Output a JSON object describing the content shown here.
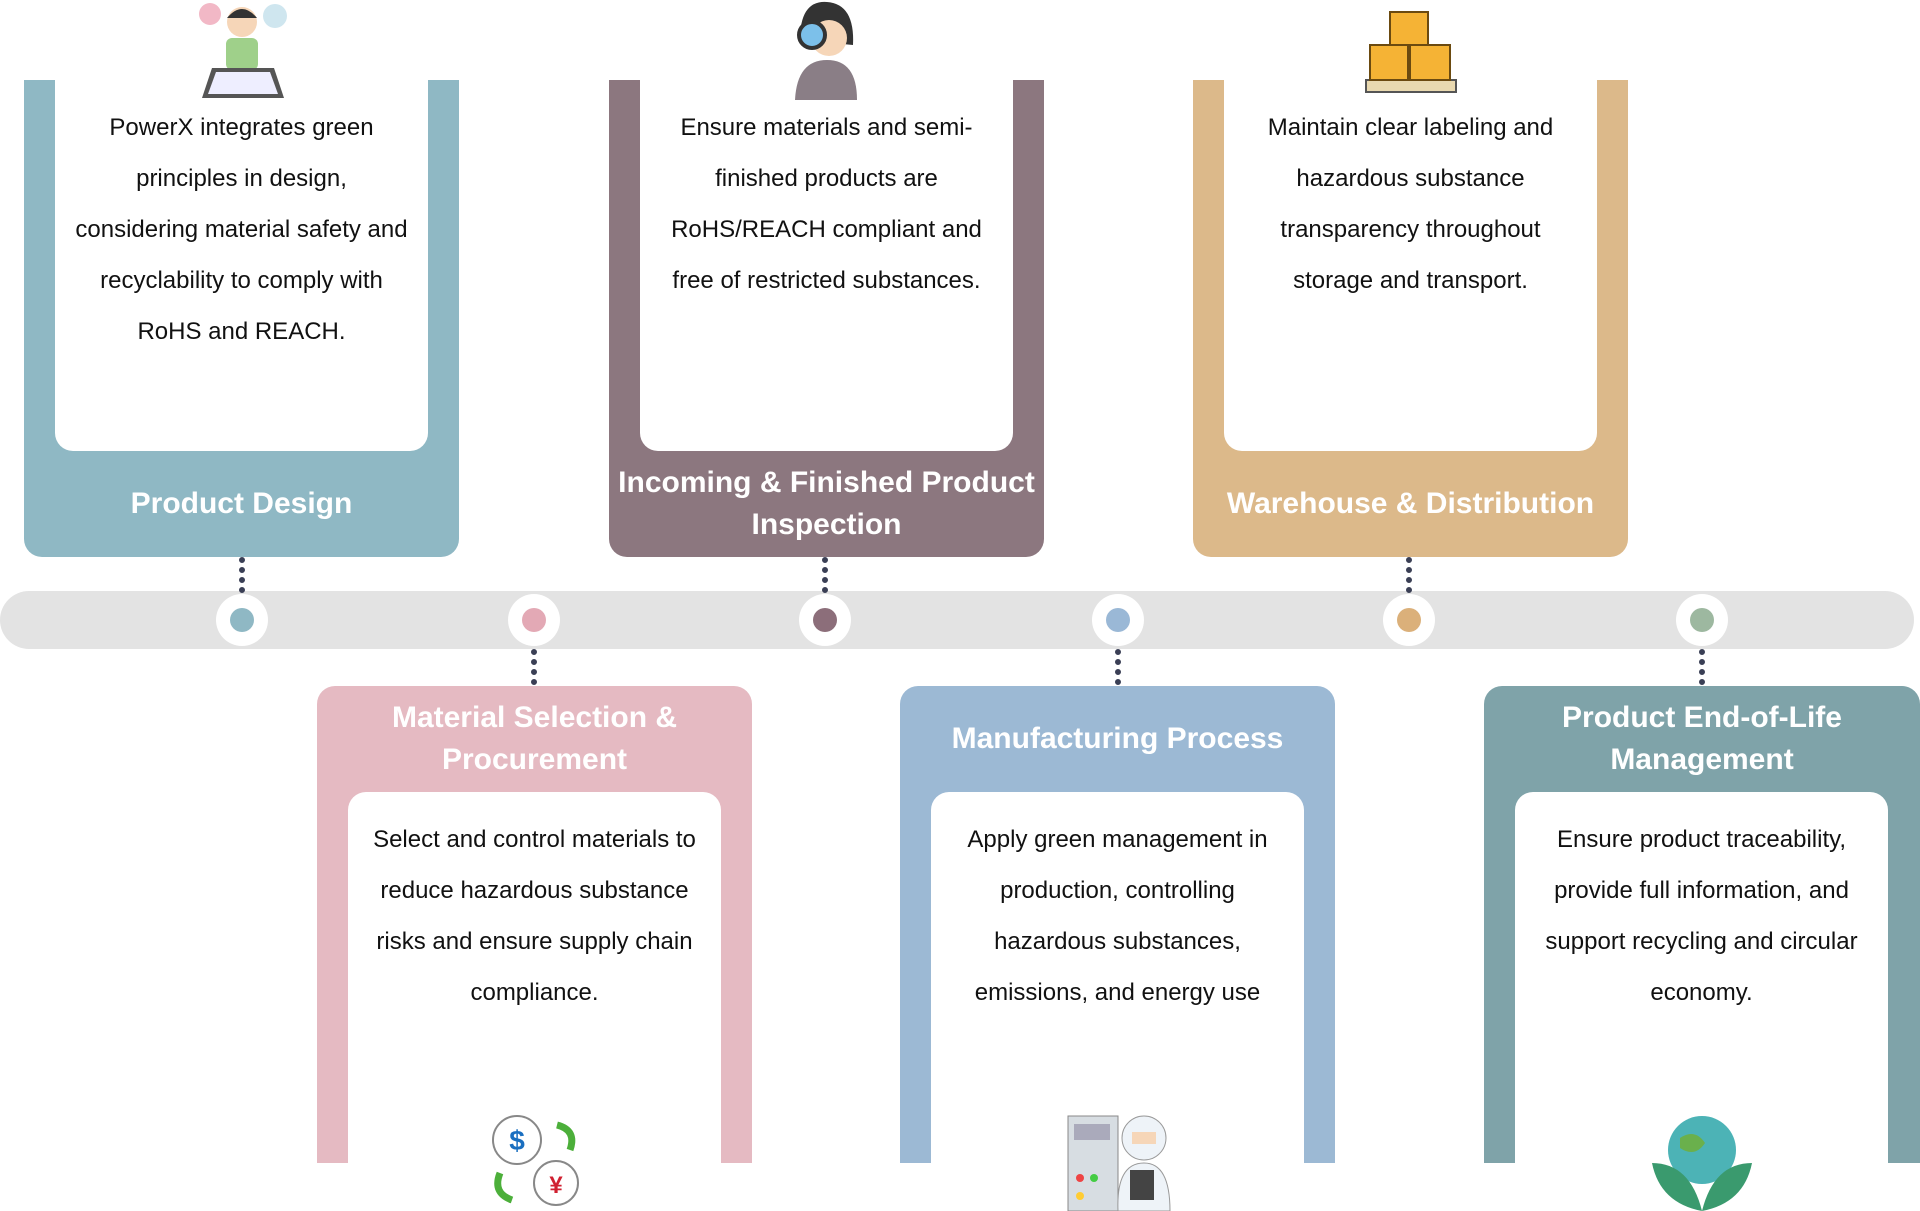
{
  "stages": [
    {
      "title": "Product Design",
      "text": "PowerX integrates green principles in design, considering material safety and recyclability to comply with RoHS and REACH.",
      "color": "#8fb8c4",
      "dot": "#8fb8c4",
      "icon": "designer-icon"
    },
    {
      "title": "Material Selection & Procurement",
      "text": "Select and control materials to reduce hazardous substance risks and ensure supply chain compliance.",
      "color": "#e5bac2",
      "dot": "#e3a9b5",
      "icon": "money-exchange-icon"
    },
    {
      "title": "Incoming & Finished Product Inspection",
      "text": "Ensure materials and semi-finished products are RoHS/REACH compliant and free of restricted substances.",
      "color": "#8c777f",
      "dot": "#8c6e7a",
      "icon": "inspector-magnifier-icon"
    },
    {
      "title": "Manufacturing Process",
      "text": "Apply green management in production, controlling hazardous substances, emissions, and energy use",
      "color": "#9cb9d4",
      "dot": "#9ab8d6",
      "icon": "factory-worker-icon"
    },
    {
      "title": "Warehouse & Distribution",
      "text": "Maintain clear labeling and hazardous substance transparency throughout storage and transport.",
      "color": "#dcb98a",
      "dot": "#dbb07a",
      "icon": "boxes-pallet-icon"
    },
    {
      "title": "Product End-of-Life Management",
      "text": "Ensure product traceability, provide full information, and support recycling and circular economy.",
      "color": "#7fa3a9",
      "dot": "#9db8a0",
      "icon": "globe-leaf-icon"
    }
  ]
}
